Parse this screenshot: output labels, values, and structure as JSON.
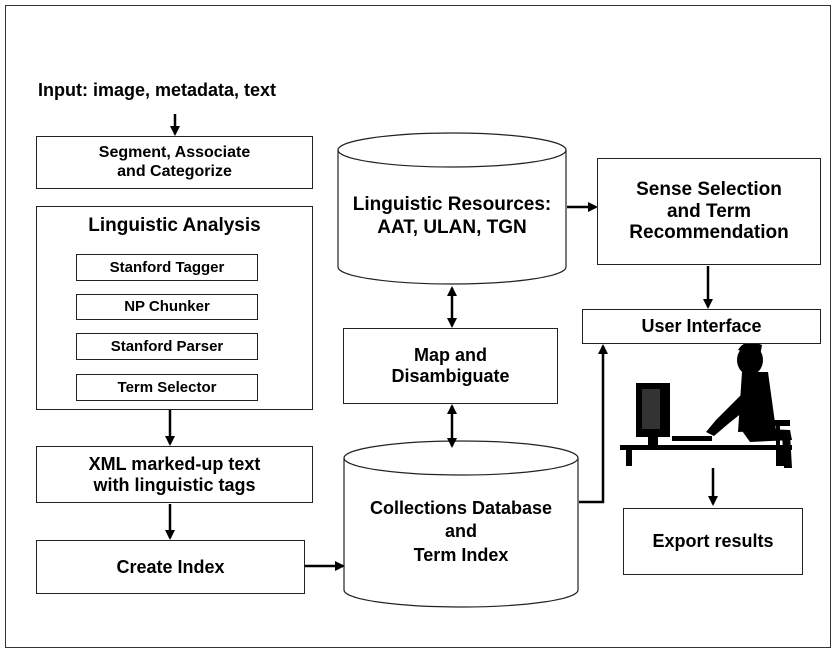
{
  "input_label": "Input: image, metadata, text",
  "segment_box": {
    "line1": "Segment, Associate",
    "line2": "and Categorize"
  },
  "linguistic_analysis": {
    "title": "Linguistic Analysis",
    "modules": [
      "Stanford Tagger",
      "NP Chunker",
      "Stanford Parser",
      "Term Selector"
    ]
  },
  "xml_box": {
    "line1": "XML marked-up text",
    "line2": "with linguistic tags"
  },
  "create_index": "Create Index",
  "linguistic_resources": {
    "line1": "Linguistic Resources:",
    "line2": "AAT, ULAN, TGN"
  },
  "map_box": {
    "line1": "Map and",
    "line2": "Disambiguate"
  },
  "collections_db": {
    "line1": "Collections Database",
    "line2": "and",
    "line3": "Term Index"
  },
  "sense_box": {
    "line1": "Sense Selection",
    "line2": "and Term",
    "line3": "Recommendation"
  },
  "user_interface": "User Interface",
  "export_results": "Export results"
}
